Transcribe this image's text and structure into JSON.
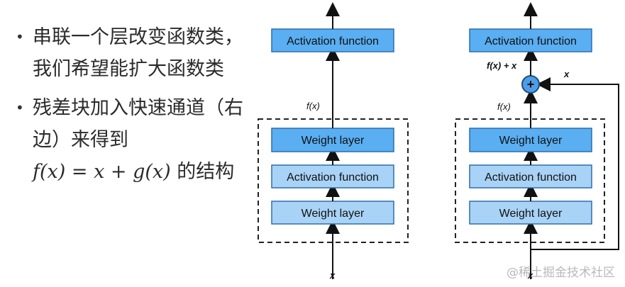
{
  "bullets": [
    {
      "text": "串联一个层改变函数类，我们希望能扩大函数类"
    },
    {
      "text": "残差块加入快速通道（右边）来得到"
    }
  ],
  "formula": {
    "expr": "f(x) = x + g(x)",
    "suffix": " 的结构"
  },
  "left_block": {
    "top_box": "Activation function",
    "boxes": [
      "Weight layer",
      "Activation function",
      "Weight layer"
    ],
    "fx_label": "f(x)",
    "input_label": "x"
  },
  "right_block": {
    "top_box": "Activation function",
    "boxes": [
      "Weight layer",
      "Activation function",
      "Weight layer"
    ],
    "fx_label": "f(x)",
    "sum_label": "f(x) + x",
    "shortcut_label": "x",
    "plus_symbol": "+",
    "input_label": "x"
  },
  "watermark": "@稀土掘金技术社区",
  "colors": {
    "dark_box": "#5aaef2",
    "light_box": "#a9d3f6",
    "box_border": "#2c6fab",
    "plus_fill": "#4d9ee6"
  }
}
